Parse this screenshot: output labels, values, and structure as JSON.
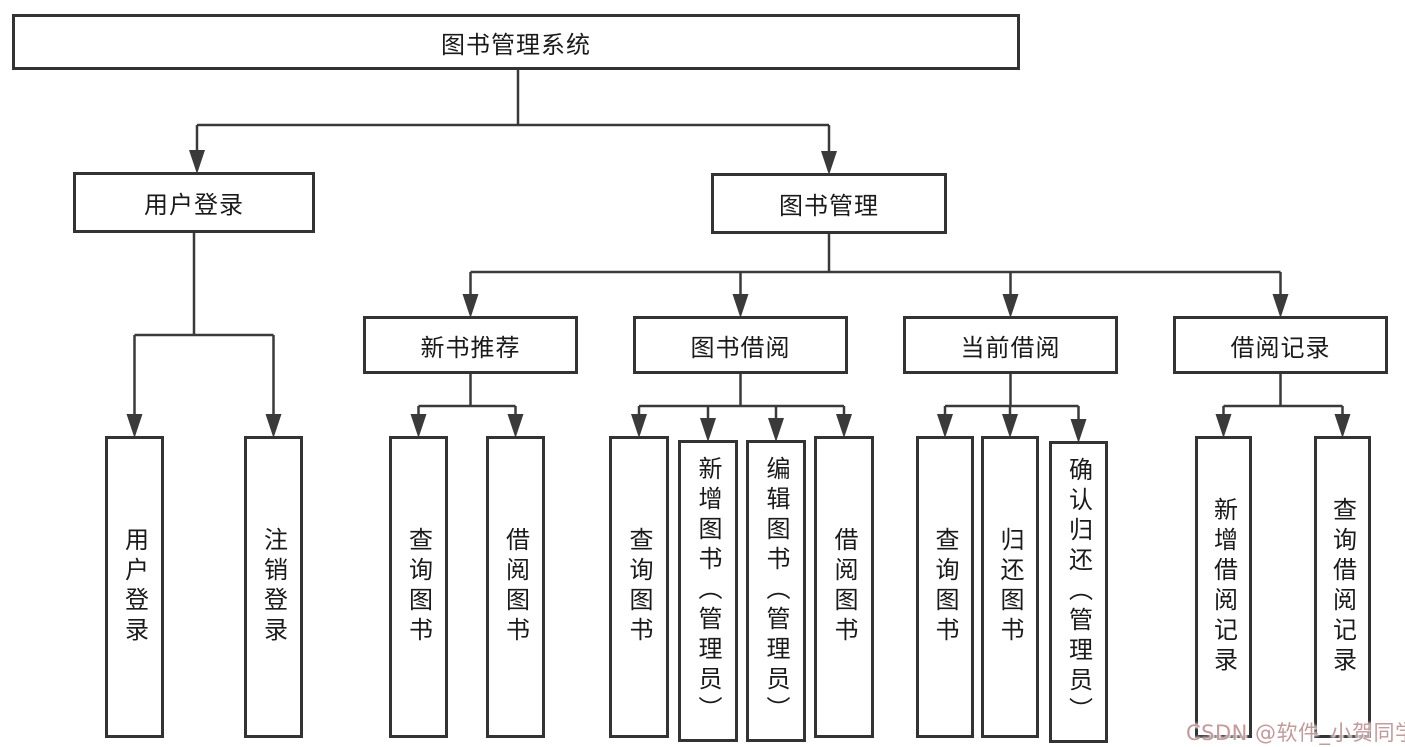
{
  "tree": {
    "label": "图书管理系统",
    "children": [
      {
        "label": "用户登录",
        "children": [
          {
            "label": "用户登录"
          },
          {
            "label": "注销登录"
          }
        ]
      },
      {
        "label": "图书管理",
        "children": [
          {
            "label": "新书推荐",
            "children": [
              {
                "label": "查询图书"
              },
              {
                "label": "借阅图书"
              }
            ]
          },
          {
            "label": "图书借阅",
            "children": [
              {
                "label": "查询图书"
              },
              {
                "label": "新增图书（管理员）"
              },
              {
                "label": "编辑图书（管理员）"
              },
              {
                "label": "借阅图书"
              }
            ]
          },
          {
            "label": "当前借阅",
            "children": [
              {
                "label": "查询图书"
              },
              {
                "label": "归还图书"
              },
              {
                "label": "确认归还（管理员）"
              }
            ]
          },
          {
            "label": "借阅记录",
            "children": [
              {
                "label": "新增借阅记录"
              },
              {
                "label": "查询借阅记录"
              }
            ]
          }
        ]
      }
    ]
  },
  "watermark": {
    "text": "CSDN @软件_小贺同学",
    "color": "#c49a9a"
  },
  "colors": {
    "line": "#3a3a3a",
    "box_border": "#333333",
    "box_background": "#ffffff",
    "text": "#1a1a1a"
  }
}
